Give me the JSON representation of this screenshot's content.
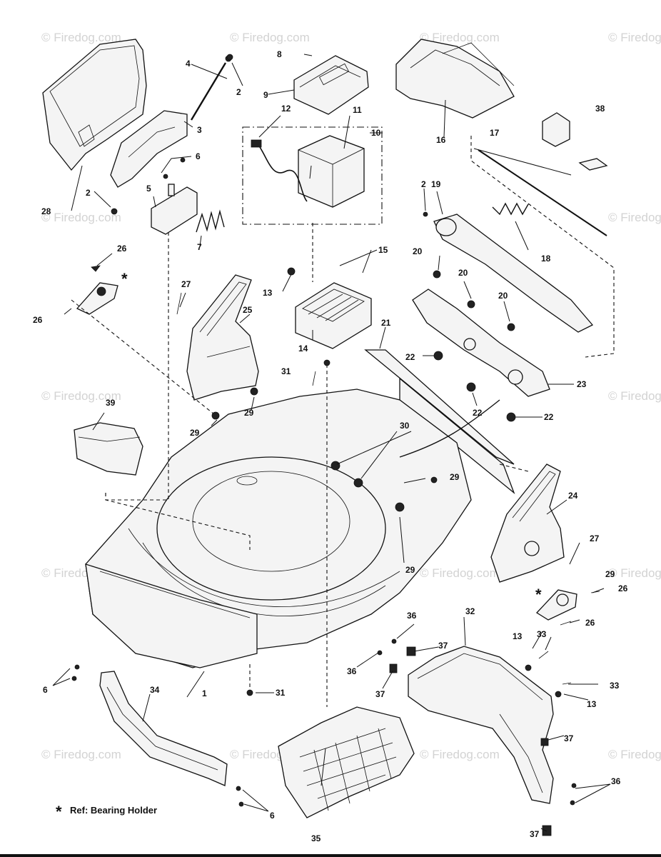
{
  "watermark": "© Firedog.com",
  "note": {
    "star": "*",
    "text": "Ref: Bearing Holder"
  },
  "callouts": [
    "1",
    "2",
    "2",
    "2",
    "3",
    "4",
    "5",
    "6",
    "6",
    "6",
    "7",
    "8",
    "9",
    "10",
    "11",
    "12",
    "13",
    "13",
    "13",
    "14",
    "15",
    "16",
    "17",
    "18",
    "19",
    "20",
    "20",
    "20",
    "21",
    "22",
    "22",
    "22",
    "23",
    "24",
    "25",
    "26",
    "26",
    "26",
    "26",
    "27",
    "27",
    "28",
    "29",
    "29",
    "29",
    "29",
    "29",
    "30",
    "31",
    "31",
    "32",
    "33",
    "33",
    "34",
    "35",
    "36",
    "36",
    "36",
    "37",
    "37",
    "37",
    "37",
    "38",
    "39"
  ],
  "stars": [
    "*",
    "*"
  ]
}
